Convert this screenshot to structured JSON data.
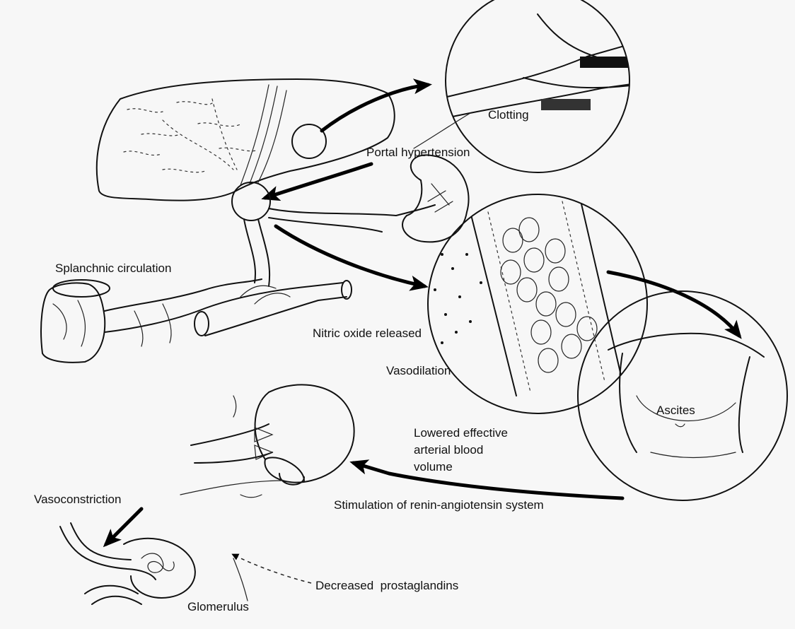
{
  "labels": {
    "clotting": "Clotting",
    "portal_hypertension": "Portal hypertension",
    "splanchnic_circulation": "Splanchnic circulation",
    "nitric_oxide": "Nitric oxide released",
    "vasodilation": "Vasodilation",
    "ascites": "Ascites",
    "lowered_line1": "Lowered effective",
    "lowered_line2": "arterial blood",
    "lowered_line3": "volume",
    "stimulation": "Stimulation of renin-angiotensin system",
    "vasoconstriction": "Vasoconstriction",
    "prostaglandins": "Decreased  prostaglandins",
    "glomerulus": "Glomerulus"
  },
  "colors": {
    "ink": "#111111",
    "background": "#f7f7f7"
  }
}
